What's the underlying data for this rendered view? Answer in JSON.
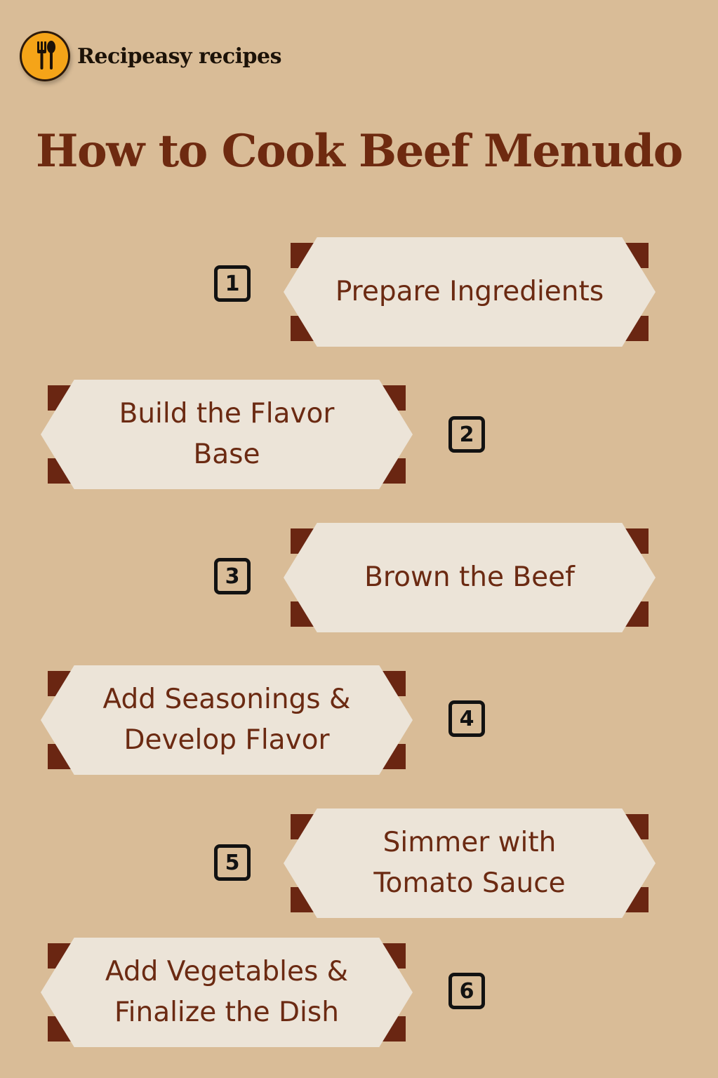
{
  "brand": {
    "name": "Recipeasy recipes",
    "logo_icon": "fork-spoon-icon",
    "logo_color": "#f5a418"
  },
  "title": "How to Cook Beef Menudo",
  "colors": {
    "background": "#d9bc97",
    "title": "#6e2a10",
    "plate": "#ece4d8",
    "corner": "#6a2612"
  },
  "steps": [
    {
      "number": "1",
      "label": "Prepare Ingredients"
    },
    {
      "number": "2",
      "label": "Build the Flavor Base"
    },
    {
      "number": "3",
      "label": "Brown the Beef"
    },
    {
      "number": "4",
      "label": "Add Seasonings & Develop Flavor"
    },
    {
      "number": "5",
      "label": "Simmer with Tomato Sauce"
    },
    {
      "number": "6",
      "label": "Add Vegetables & Finalize the Dish"
    }
  ]
}
